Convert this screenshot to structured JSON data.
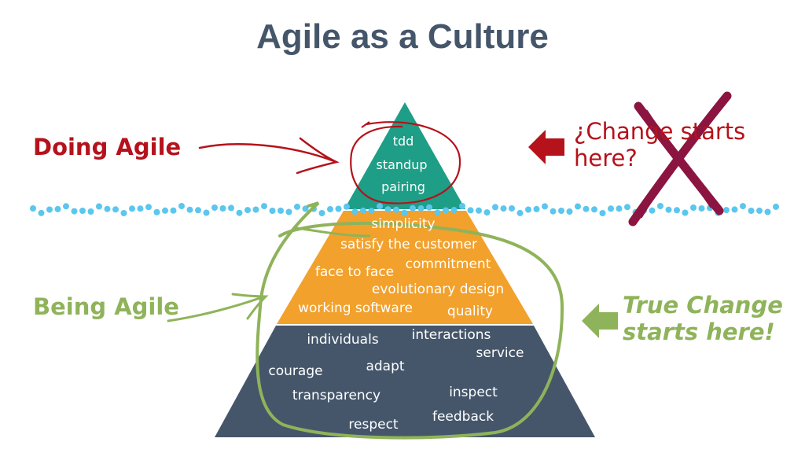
{
  "title": "Agile as a Culture",
  "left_labels": {
    "doing": "Doing Agile",
    "being": "Being Agile"
  },
  "right_notes": {
    "top": [
      "¿Change starts",
      "here?"
    ],
    "bottom": [
      "True Change",
      "starts here!"
    ]
  },
  "pyramid": {
    "top_words": [
      "tdd",
      "standup",
      "pairing"
    ],
    "middle_words": [
      "simplicity",
      "satisfy the customer",
      "commitment",
      "face to face",
      "evolutionary design",
      "working software",
      "quality"
    ],
    "bottom_words": [
      "individuals",
      "interactions",
      "service",
      "courage",
      "adapt",
      "transparency",
      "inspect",
      "feedback",
      "respect"
    ]
  },
  "colors": {
    "title": "#45566b",
    "pyramid_top": "#1e9e86",
    "pyramid_middle": "#f2a12c",
    "pyramid_bottom": "#45566b",
    "doing_red": "#b5121b",
    "being_green": "#8fb35a",
    "waterline_dots": "#5bc6ee",
    "cross_mark": "#8b1540"
  },
  "icons": {
    "doing_arrow": "hand-drawn-red-arrow-icon",
    "being_arrow": "hand-drawn-green-arrow-icon",
    "top_block_arrow": "left-block-arrow-icon",
    "bottom_block_arrow": "left-block-arrow-icon",
    "cross": "hand-drawn-x-icon"
  }
}
